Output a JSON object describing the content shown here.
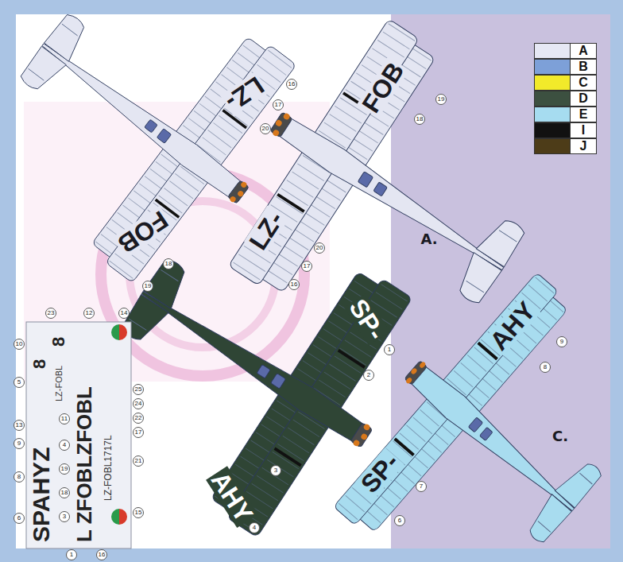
{
  "diagram": {
    "labels": [
      "LZ-",
      "FOB",
      "16",
      "17",
      "20",
      "18",
      "19",
      "FOB",
      "LZ-",
      "19",
      "18",
      "20",
      "17",
      "16",
      "A.",
      "SP-",
      "AHY",
      "1",
      "2",
      "3",
      "4",
      "AHY",
      "SP-",
      "9",
      "8",
      "7",
      "6",
      "C.",
      "SPAHYZ",
      "8",
      "8",
      "LZ-FOBL",
      "L ZFOBLZFOBL",
      "LZ-FOBL1717L",
      "23",
      "12",
      "14",
      "10",
      "5",
      "13",
      "9",
      "8",
      "6",
      "11",
      "4",
      "19",
      "18",
      "3",
      "1",
      "16",
      "25",
      "24",
      "22",
      "17",
      "21",
      "15"
    ],
    "legend": [
      {
        "text": "A",
        "color": "#e6e8f4"
      },
      {
        "text": "B",
        "color": "#7da0d8"
      },
      {
        "text": "C",
        "color": "#f2ea2a"
      },
      {
        "text": "D",
        "color": "#3c5040"
      },
      {
        "text": "E",
        "color": "#a6dcf0"
      },
      {
        "text": "I",
        "color": "#111111"
      },
      {
        "text": "J",
        "color": "#4d3c18"
      }
    ]
  }
}
